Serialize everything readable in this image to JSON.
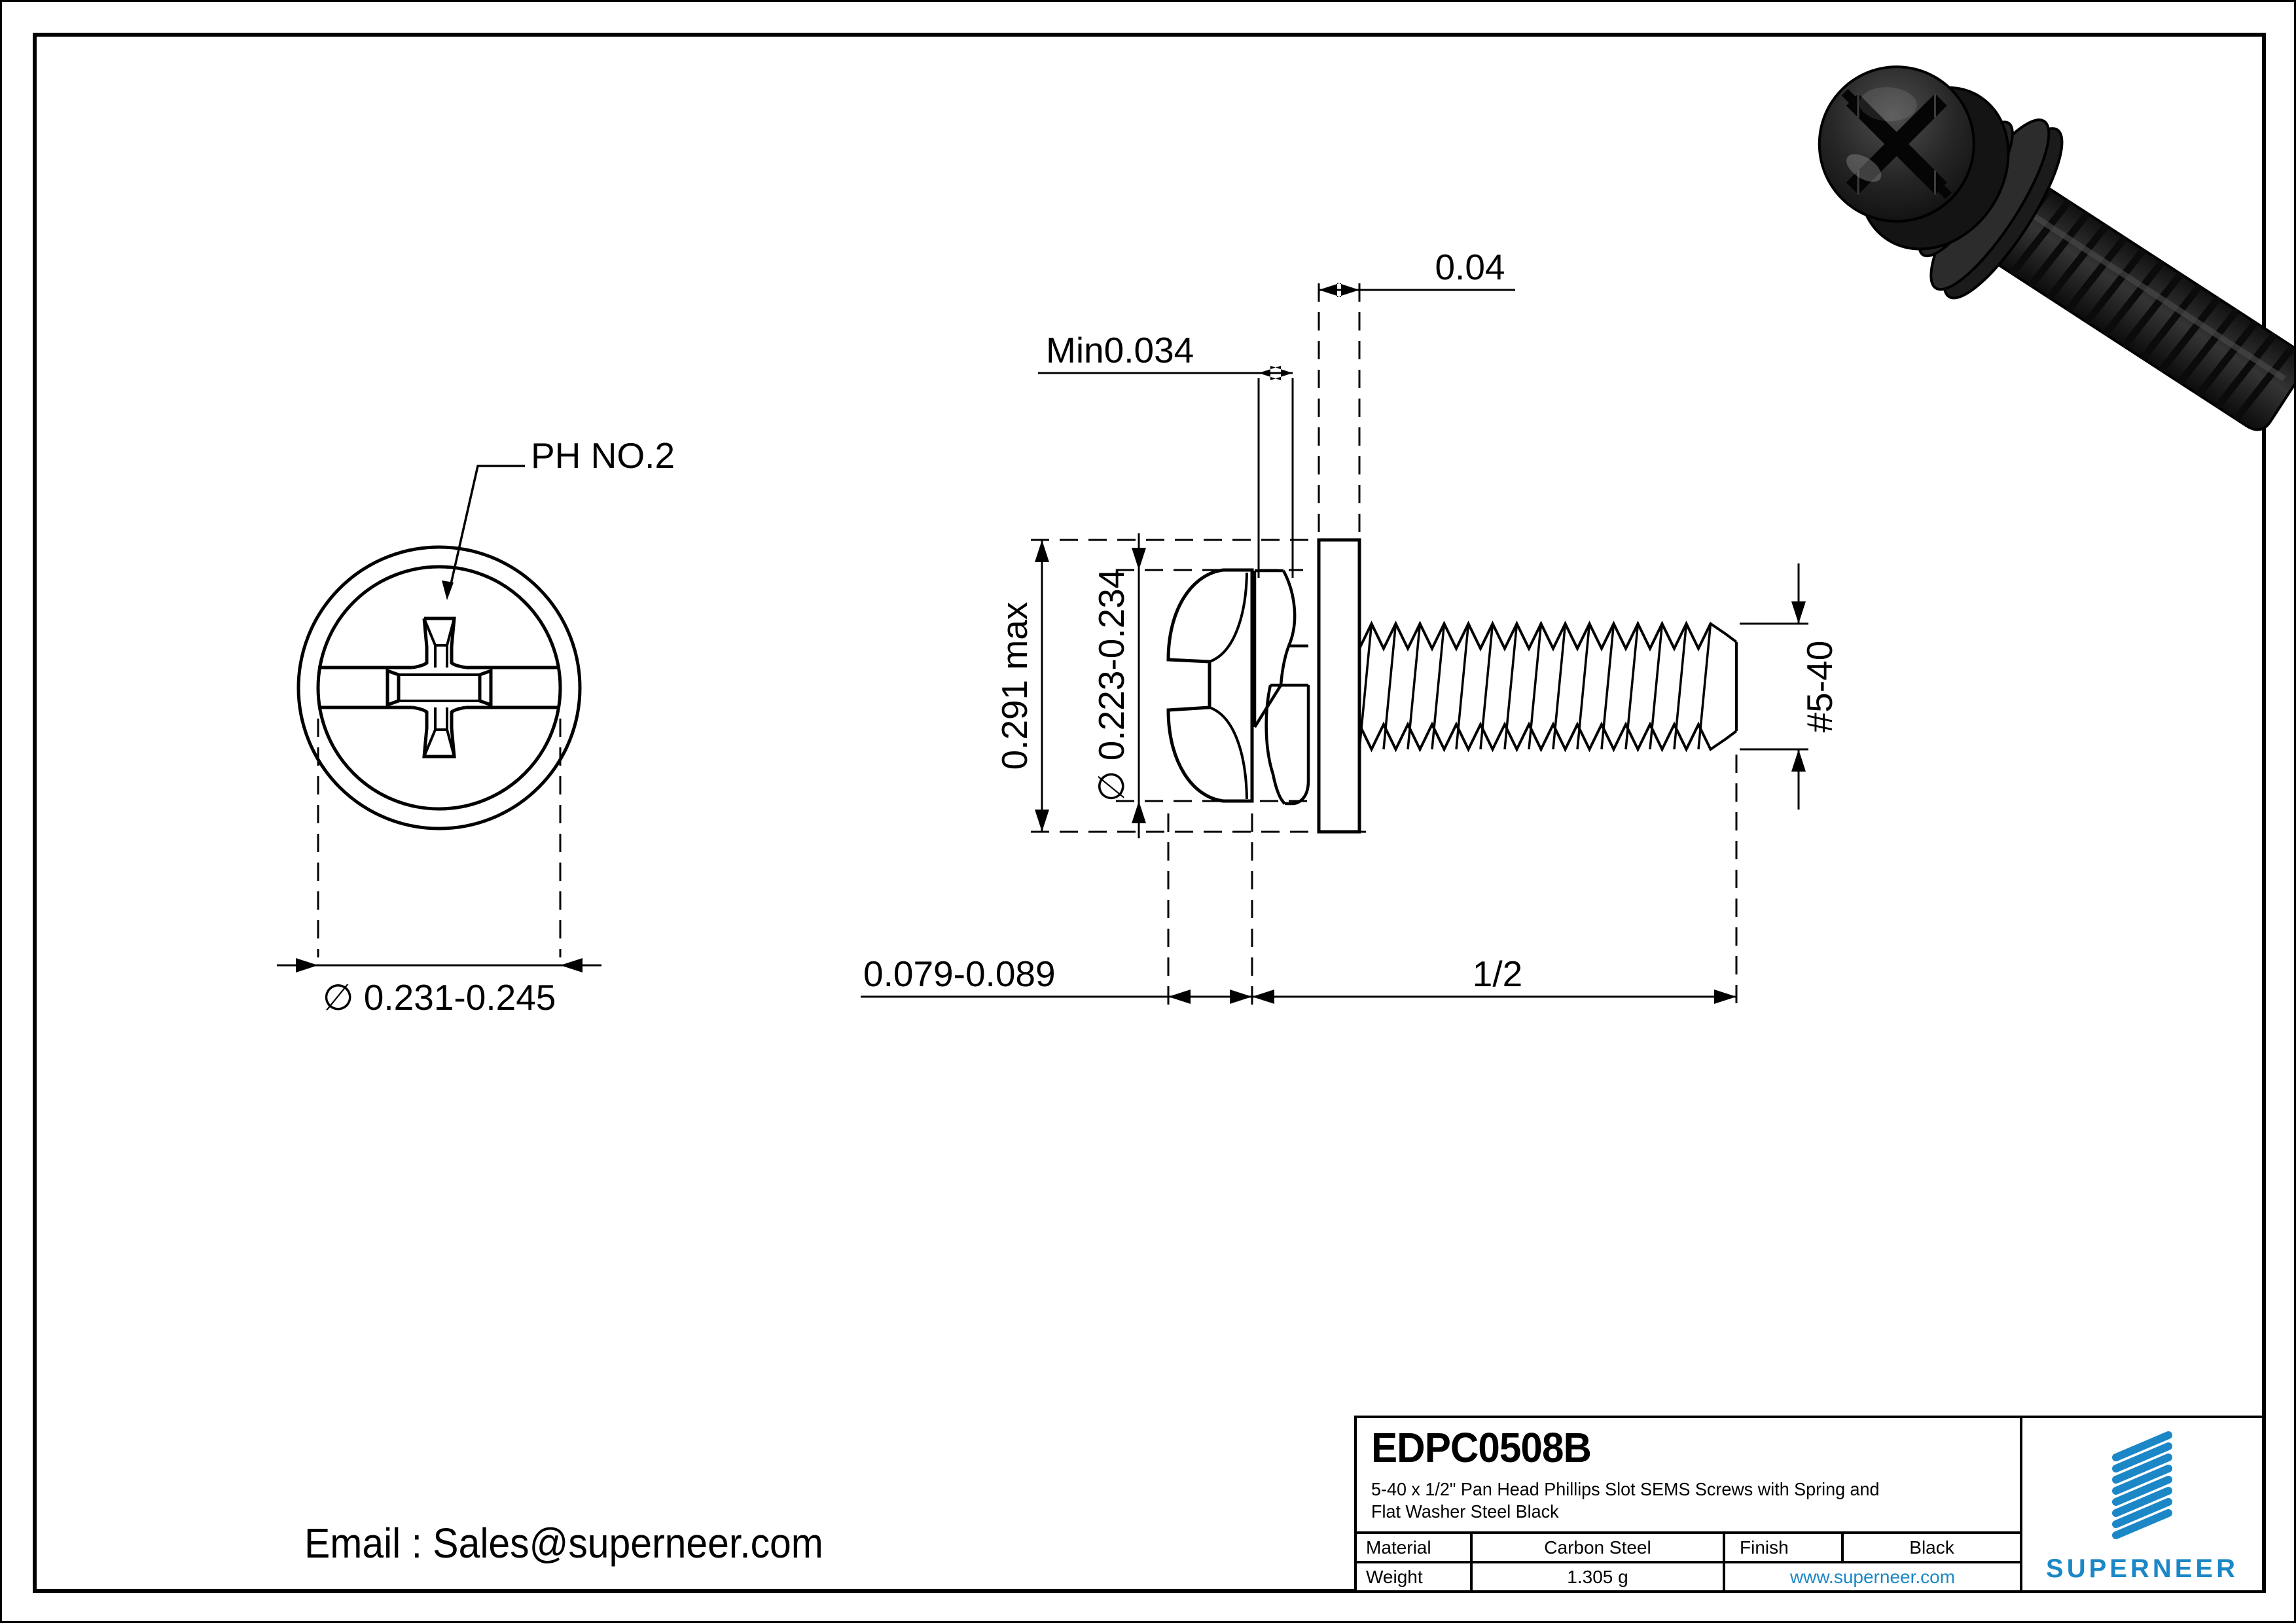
{
  "drawing": {
    "front_view": {
      "recess_label": "PH NO.2",
      "head_diameter": "∅ 0.231-0.245"
    },
    "side_view": {
      "flat_washer_thickness": "0.04",
      "spring_washer_min_thickness": "Min0.034",
      "washer_od_max": "0.291 max",
      "head_diameter": "∅ 0.223-0.234",
      "thread_size": "#5-40",
      "head_height": "0.079-0.089",
      "thread_length": "1/2"
    }
  },
  "title_block": {
    "part_number": "EDPC0508B",
    "description_line1": "5-40 x 1/2\" Pan Head Phillips Slot SEMS Screws with Spring and",
    "description_line2": "Flat Washer Steel Black",
    "material_label": "Material",
    "material_value": "Carbon Steel",
    "finish_label": "Finish",
    "finish_value": "Black",
    "weight_label": "Weight",
    "weight_value": "1.305 g",
    "website": "www.superneer.com",
    "brand_name": "SUPERNEER"
  },
  "footer": {
    "email": "Email : Sales@superneer.com"
  },
  "colors": {
    "brand_blue": "#1b87c7",
    "line_black": "#000000"
  }
}
